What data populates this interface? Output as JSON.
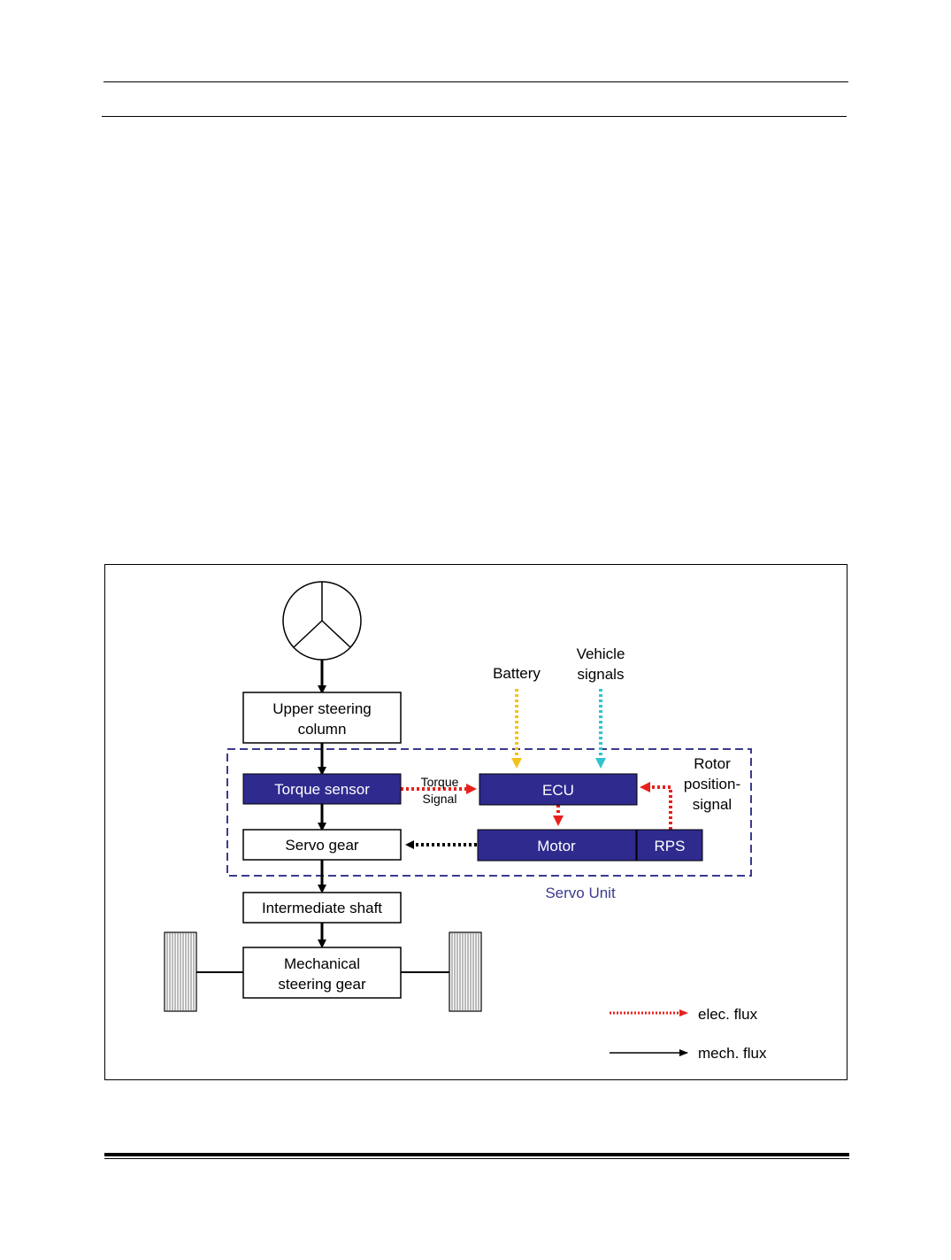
{
  "diagram": {
    "blocks": {
      "upper_column": [
        "Upper steering",
        "column"
      ],
      "torque_sensor": "Torque sensor",
      "servo_gear": "Servo gear",
      "intermediate_shaft": "Intermediate shaft",
      "mechanical_gear": [
        "Mechanical",
        "steering gear"
      ],
      "ecu": "ECU",
      "motor": "Motor",
      "rps": "RPS"
    },
    "labels": {
      "battery": "Battery",
      "vehicle_signals": [
        "Vehicle",
        "signals"
      ],
      "torque_signal": [
        "Torque",
        "Signal"
      ],
      "rotor_position_signal": [
        "Rotor",
        "position-",
        "signal"
      ],
      "servo_unit": "Servo Unit"
    },
    "legend": {
      "elec": "elec. flux",
      "mech": "mech. flux"
    },
    "colors": {
      "block_fill_dark": "#2e2a8e",
      "block_text_dark": "#ffffff",
      "elec_flux": "#e8201c",
      "battery_line": "#f4c21c",
      "vehicle_line": "#2ec4d0",
      "servo_unit_border": "#3b3b8f",
      "servo_unit_text": "#3b3b8f"
    }
  }
}
